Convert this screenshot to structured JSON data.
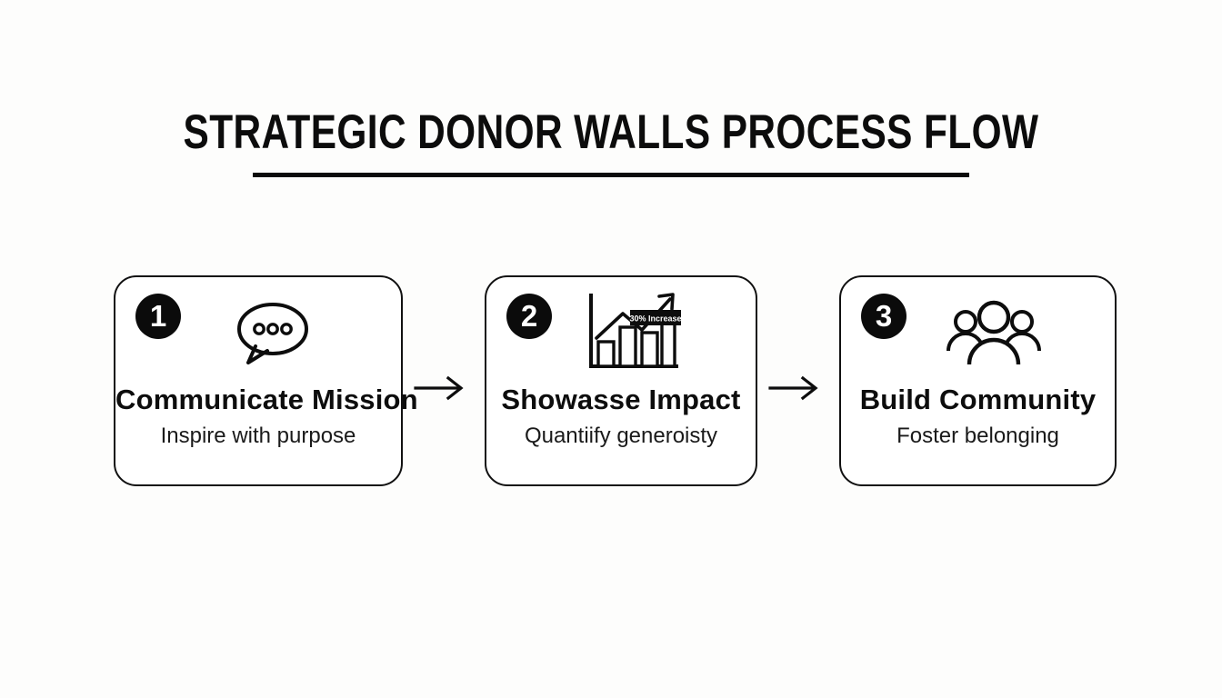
{
  "page": {
    "title": "STRATEGIC DONOR WALLS PROCESS FLOW",
    "background_color": "#fdfdfc",
    "ink_color": "#0b0b0b"
  },
  "flow": {
    "arrow_glyph": "→",
    "steps": [
      {
        "number": "1",
        "icon": "speech-bubble-icon",
        "title": "Communicate Mission",
        "subtitle": "Inspire with purpose"
      },
      {
        "number": "2",
        "icon": "bar-chart-growth-icon",
        "icon_badge_label": "30% Increase",
        "title": "Showasse Impact",
        "subtitle": "Quantiify generoisty"
      },
      {
        "number": "3",
        "icon": "people-group-icon",
        "title": "Build Community",
        "subtitle": "Foster belonging"
      }
    ]
  }
}
